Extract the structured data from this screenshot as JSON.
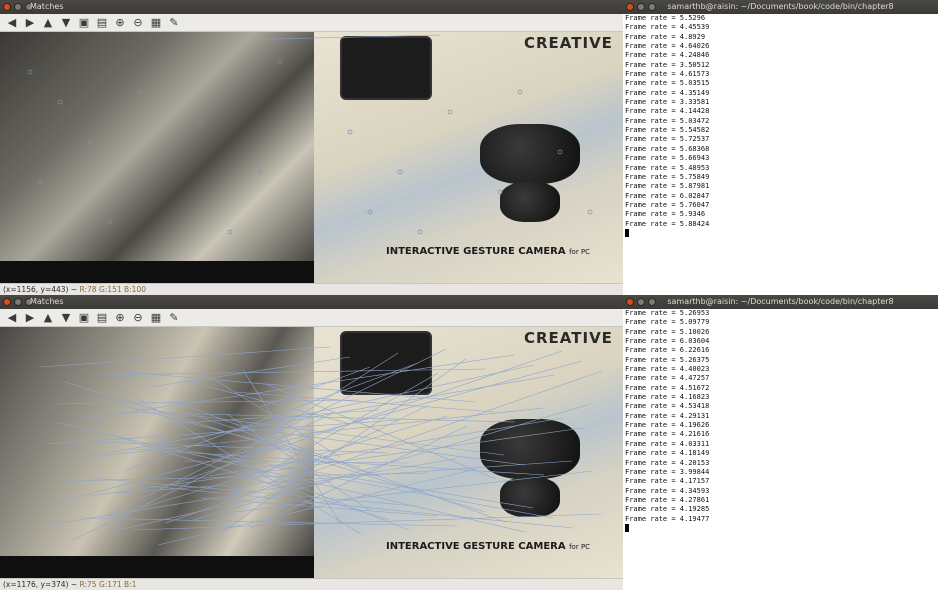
{
  "window_top": {
    "title": "Matches",
    "status": "(x=1156, y=443) ~",
    "rgb": "R:78 G:151 B:100",
    "brand": "CREATIVE",
    "tagline": "INTERACTIVE GESTURE CAMERA",
    "tagline_suffix": "for PC"
  },
  "window_bottom": {
    "title": "Matches",
    "status": "(x=1176, y=374) ~",
    "rgb": "R:75 G:171 B:1",
    "brand": "CREATIVE",
    "tagline": "INTERACTIVE GESTURE CAMERA",
    "tagline_suffix": "for PC"
  },
  "toolbar": {
    "icons": [
      "arrow-left-icon",
      "arrow-right-icon",
      "arrow-up-icon",
      "arrow-down-icon",
      "image-icon",
      "image-icon",
      "zoom-in-icon",
      "zoom-out-icon",
      "save-icon",
      "properties-icon"
    ]
  },
  "terminal_top": {
    "title": "samarthb@raisin: ~/Documents/book/code/bin/chapter8",
    "lines": [
      "Frame rate = 5.5296",
      "Frame rate = 4.45539",
      "Frame rate = 4.8929",
      "Frame rate = 4.64026",
      "Frame rate = 4.24846",
      "Frame rate = 3.50512",
      "Frame rate = 4.61573",
      "Frame rate = 5.03515",
      "Frame rate = 4.35149",
      "Frame rate = 3.33581",
      "Frame rate = 4.14428",
      "Frame rate = 5.03472",
      "Frame rate = 5.54582",
      "Frame rate = 5.72537",
      "Frame rate = 5.68368",
      "Frame rate = 5.66943",
      "Frame rate = 5.48953",
      "Frame rate = 5.75849",
      "Frame rate = 5.87981",
      "Frame rate = 6.02847",
      "Frame rate = 5.76047",
      "Frame rate = 5.9346",
      "Frame rate = 5.88424"
    ]
  },
  "terminal_bottom": {
    "title": "samarthb@raisin: ~/Documents/book/code/bin/chapter8",
    "lines": [
      "Frame rate = 5.26953",
      "Frame rate = 5.09779",
      "Frame rate = 5.10026",
      "Frame rate = 6.03604",
      "Frame rate = 6.22616",
      "Frame rate = 5.26375",
      "Frame rate = 4.40023",
      "Frame rate = 4.47257",
      "Frame rate = 4.51672",
      "Frame rate = 4.16823",
      "Frame rate = 4.53418",
      "Frame rate = 4.29131",
      "Frame rate = 4.19626",
      "Frame rate = 4.21616",
      "Frame rate = 4.03311",
      "Frame rate = 4.18149",
      "Frame rate = 4.20153",
      "Frame rate = 3.99844",
      "Frame rate = 4.17157",
      "Frame rate = 4.34593",
      "Frame rate = 4.27861",
      "Frame rate = 4.19285",
      "Frame rate = 4.19477"
    ]
  }
}
